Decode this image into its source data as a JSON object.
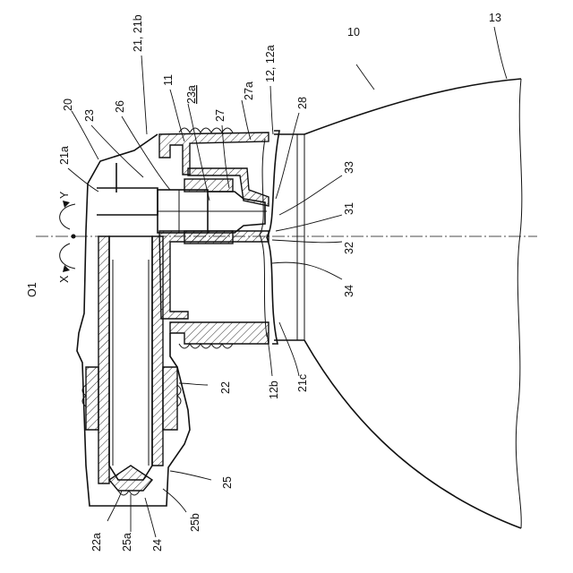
{
  "labels": {
    "l10": "10",
    "l13": "13",
    "l20": "20",
    "l21_21b": "21, 21b",
    "l21a": "21a",
    "l21c": "21c",
    "l11": "11",
    "l12_12a": "12, 12a",
    "l12b": "12b",
    "l22": "22",
    "l22a": "22a",
    "l23": "23",
    "l23a": "23a",
    "l24": "24",
    "l25": "25",
    "l25a": "25a",
    "l25b": "25b",
    "l26": "26",
    "l27": "27",
    "l27a": "27a",
    "l28": "28",
    "l31": "31",
    "l32": "32",
    "l33": "33",
    "l34": "34",
    "lO1": "O1",
    "lX": "X",
    "lY": "Y"
  }
}
